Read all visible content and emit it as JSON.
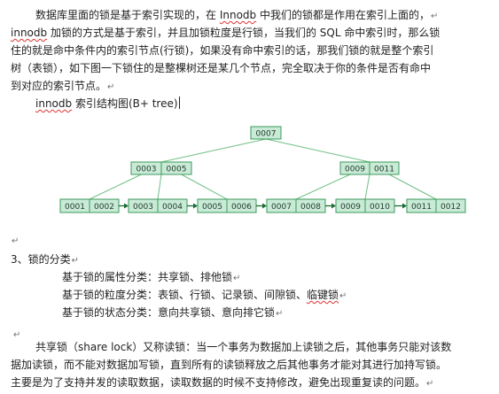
{
  "paragraph1": {
    "line1": {
      "a": "数据库里面的锁是基于索引实现的，在 ",
      "b": "Innodb",
      "c": " 中我们的锁都是作用在索引上面的，"
    },
    "line2": {
      "a": "innodb",
      "b": " 加锁的方式是基于索引，并且加锁粒度是行锁，当我们的 SQL 命中索引时，那么锁"
    },
    "line3": "住的就是命中条件内的索引节点(行锁)，如果没有命中索引的话，那我们锁的就是整个索引",
    "line4": "树（表锁），如下图一下锁住的是整棵树还是某几个节点，完全取决于你的条件是否有命中",
    "line5": "到对应的索引节点。"
  },
  "diagram_caption": {
    "a": "innodb",
    "b": " 索引结构图(B+ tree)"
  },
  "btree": {
    "root": [
      "0007"
    ],
    "internal": [
      [
        "0003",
        "0005"
      ],
      [
        "0009",
        "0011"
      ]
    ],
    "leaves": [
      [
        "0001",
        "0002"
      ],
      [
        "0003",
        "0004"
      ],
      [
        "0005",
        "0006"
      ],
      [
        "0007",
        "0008"
      ],
      [
        "0009",
        "0010"
      ],
      [
        "0011",
        "0012"
      ]
    ]
  },
  "section3": {
    "heading": "3、锁的分类",
    "items": [
      {
        "text": "基于锁的属性分类：共享锁、排他锁"
      },
      {
        "a": "基于锁的粒度分类：表锁、行锁、记录锁、间隙锁、",
        "b": "临键锁"
      },
      {
        "text": "基于锁的状态分类：意向共享锁、意向排它锁"
      }
    ]
  },
  "paragraph2": {
    "line1": "共享锁（share lock）又称读锁：当一个事务为数据加上读锁之后，其他事务只能对该数",
    "line2": "据加读锁，而不能对数据加写锁，直到所有的读锁释放之后其他事务才能对其进行加持写锁。",
    "line3": "主要是为了支持并发的读取数据，读取数据的时候不支持修改，避免出现重复读的问题。"
  },
  "mark": "↵"
}
